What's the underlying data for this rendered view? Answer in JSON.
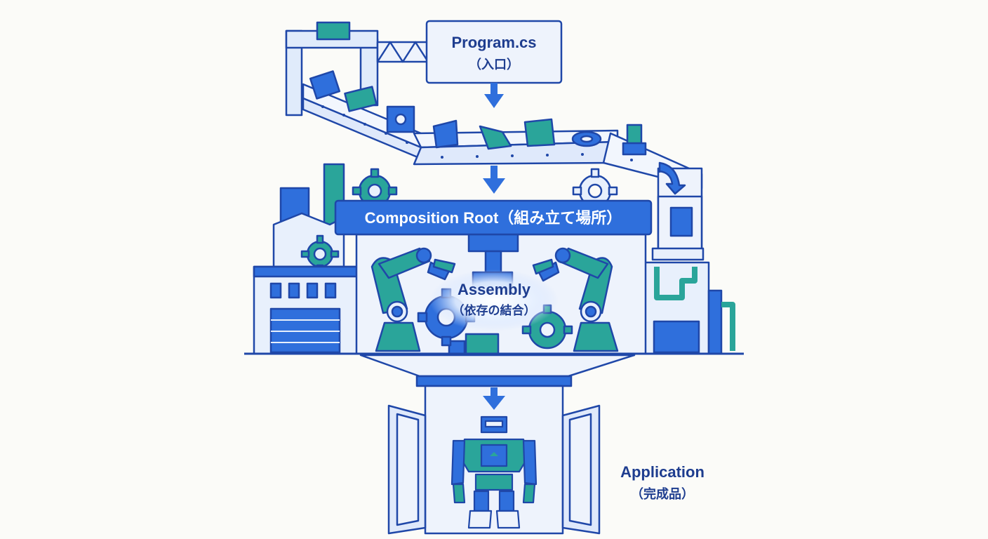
{
  "labels": {
    "entry_title": "Program.cs",
    "entry_sub": "（入口）",
    "root": "Composition Root（組み立て場所）",
    "assembly_title": "Assembly",
    "assembly_sub": "（依存の結合）",
    "app_title": "Application",
    "app_sub": "（完成品）"
  },
  "colors": {
    "outline": "#1f47a8",
    "blue": "#2f6fdc",
    "teal": "#2aa59a",
    "light": "#e6effc",
    "panel": "#eef3fc",
    "banner": "#2f6fdc",
    "text": "#1e3d8f"
  },
  "icons": [
    "gear-icon",
    "robot-arm-icon",
    "robot-icon",
    "conveyor-icon",
    "factory-icon",
    "arrow-down-icon",
    "door-icon"
  ]
}
